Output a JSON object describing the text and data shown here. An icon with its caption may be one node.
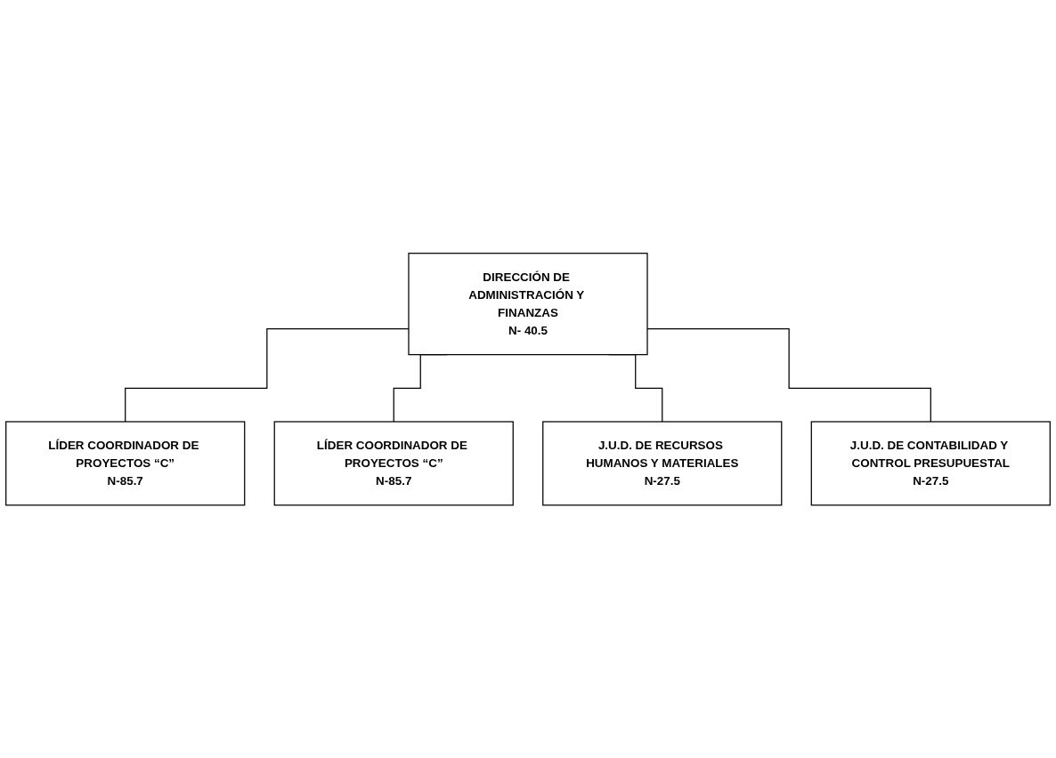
{
  "diagram": {
    "nodes": [
      {
        "text": [
          "DIRECCIÓN DE ADMINISTRACIÓN Y FINANZAS",
          "N- 40.5"
        ]
      },
      {
        "text": [
          "LÍDER COORDINADOR DE PROYECTOS “C”",
          "N-85.7"
        ]
      },
      {
        "text": [
          "LÍDER COORDINADOR DE PROYECTOS “C”",
          "N-85.7"
        ]
      },
      {
        "text": [
          "J.U.D. DE RECURSOS HUMANOS Y MATERIALES",
          "N-27.5"
        ]
      },
      {
        "text": [
          "J.U.D. DE CONTABILIDAD Y CONTROL PRESUPUESTAL",
          "N-27.5"
        ]
      }
    ],
    "edges": [
      {
        "from": 0,
        "to": 1,
        "arrow": "none"
      },
      {
        "from": 0,
        "to": 2,
        "arrow": "none"
      },
      {
        "from": 0,
        "to": 3,
        "arrow": "none"
      },
      {
        "from": 0,
        "to": 4,
        "arrow": "none"
      }
    ]
  }
}
